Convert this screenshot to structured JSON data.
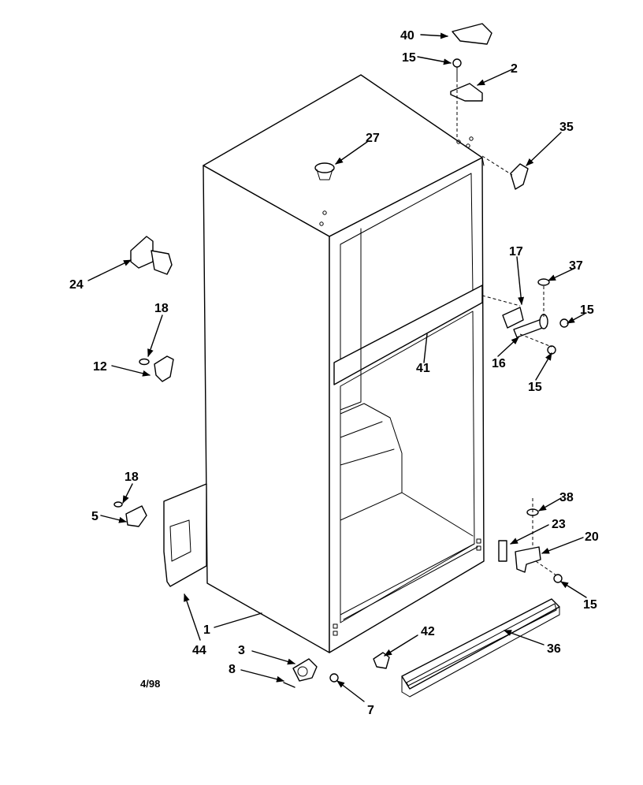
{
  "date_code": "4/98",
  "callouts": [
    {
      "id": "c40",
      "label": "40"
    },
    {
      "id": "c15a",
      "label": "15"
    },
    {
      "id": "c2",
      "label": "2"
    },
    {
      "id": "c35",
      "label": "35"
    },
    {
      "id": "c27",
      "label": "27"
    },
    {
      "id": "c24",
      "label": "24"
    },
    {
      "id": "c18a",
      "label": "18"
    },
    {
      "id": "c12",
      "label": "12"
    },
    {
      "id": "c17",
      "label": "17"
    },
    {
      "id": "c37",
      "label": "37"
    },
    {
      "id": "c15b",
      "label": "15"
    },
    {
      "id": "c16",
      "label": "16"
    },
    {
      "id": "c15c",
      "label": "15"
    },
    {
      "id": "c41",
      "label": "41"
    },
    {
      "id": "c18b",
      "label": "18"
    },
    {
      "id": "c5",
      "label": "5"
    },
    {
      "id": "c38",
      "label": "38"
    },
    {
      "id": "c23",
      "label": "23"
    },
    {
      "id": "c20",
      "label": "20"
    },
    {
      "id": "c15d",
      "label": "15"
    },
    {
      "id": "c1",
      "label": "1"
    },
    {
      "id": "c44",
      "label": "44"
    },
    {
      "id": "c42",
      "label": "42"
    },
    {
      "id": "c36",
      "label": "36"
    },
    {
      "id": "c3",
      "label": "3"
    },
    {
      "id": "c8",
      "label": "8"
    },
    {
      "id": "c7",
      "label": "7"
    }
  ]
}
